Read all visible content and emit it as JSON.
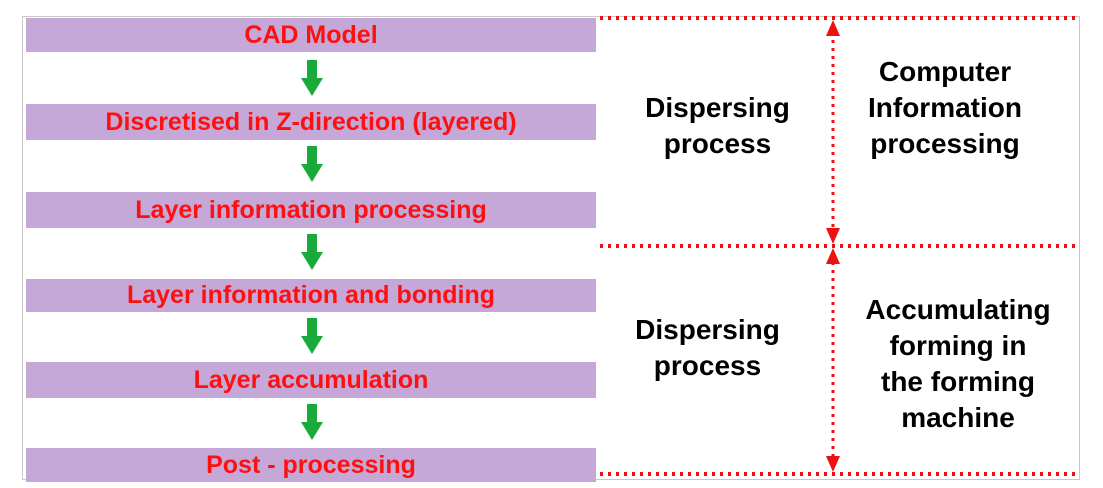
{
  "steps": [
    "CAD Model",
    "Discretised in Z-direction (layered)",
    "Layer information processing",
    "Layer information and bonding",
    "Layer accumulation",
    "Post - processing"
  ],
  "upper": {
    "left": [
      "Dispersing",
      "process"
    ],
    "right": [
      "Computer",
      "Information",
      "processing"
    ]
  },
  "lower": {
    "left": [
      "Dispersing",
      "process"
    ],
    "right": [
      "Accumulating",
      "forming in",
      "the forming",
      "machine"
    ]
  },
  "colors": {
    "step_fill": "#c5a8d8",
    "step_text": "#ff1010",
    "arrow": "#1aaa3a",
    "divider": "#ee1111"
  }
}
